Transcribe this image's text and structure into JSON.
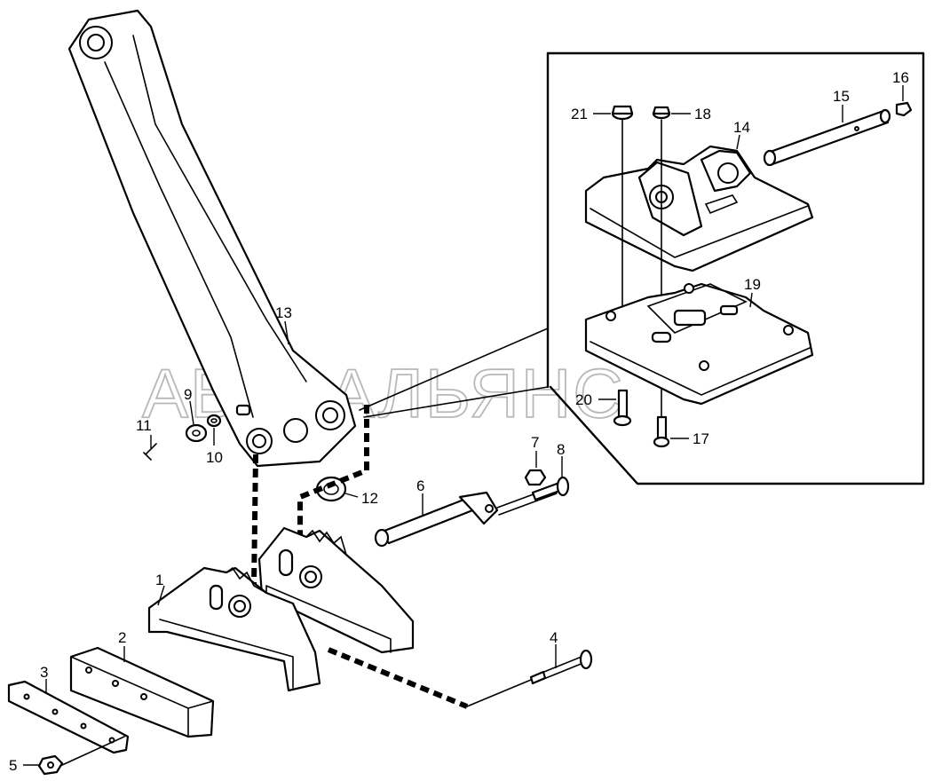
{
  "watermark": "АВТОАЛЬЯНС",
  "callouts": [
    "1",
    "2",
    "3",
    "4",
    "5",
    "6",
    "7",
    "8",
    "9",
    "10",
    "11",
    "12",
    "13",
    "14",
    "15",
    "16",
    "17",
    "18",
    "19",
    "20",
    "21"
  ],
  "colors": {
    "line": "#000000",
    "background": "#ffffff",
    "watermark": "#b8b8b8"
  }
}
